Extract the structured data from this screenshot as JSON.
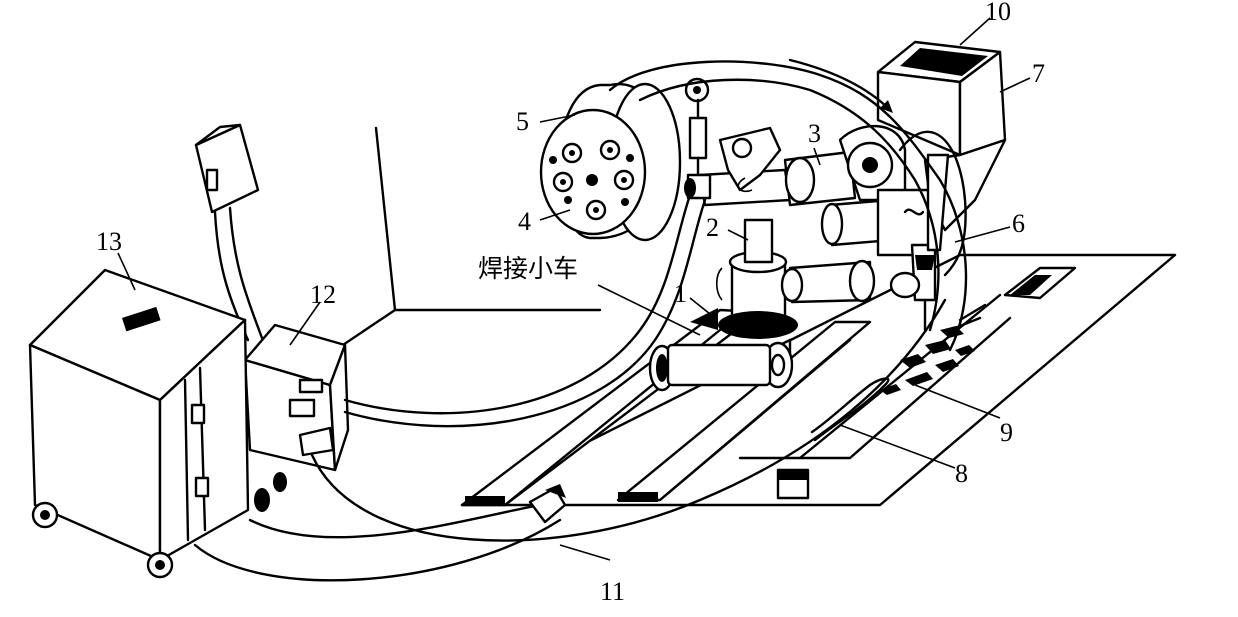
{
  "diagram": {
    "caption_cn": "焊接小车",
    "labels": [
      {
        "id": "1",
        "text": "1"
      },
      {
        "id": "2",
        "text": "2"
      },
      {
        "id": "3",
        "text": "3"
      },
      {
        "id": "4",
        "text": "4"
      },
      {
        "id": "5",
        "text": "5"
      },
      {
        "id": "6",
        "text": "6"
      },
      {
        "id": "7",
        "text": "7"
      },
      {
        "id": "8",
        "text": "8"
      },
      {
        "id": "9",
        "text": "9"
      },
      {
        "id": "10",
        "text": "10"
      },
      {
        "id": "11",
        "text": "11"
      },
      {
        "id": "12",
        "text": "12"
      },
      {
        "id": "13",
        "text": "13"
      }
    ]
  }
}
